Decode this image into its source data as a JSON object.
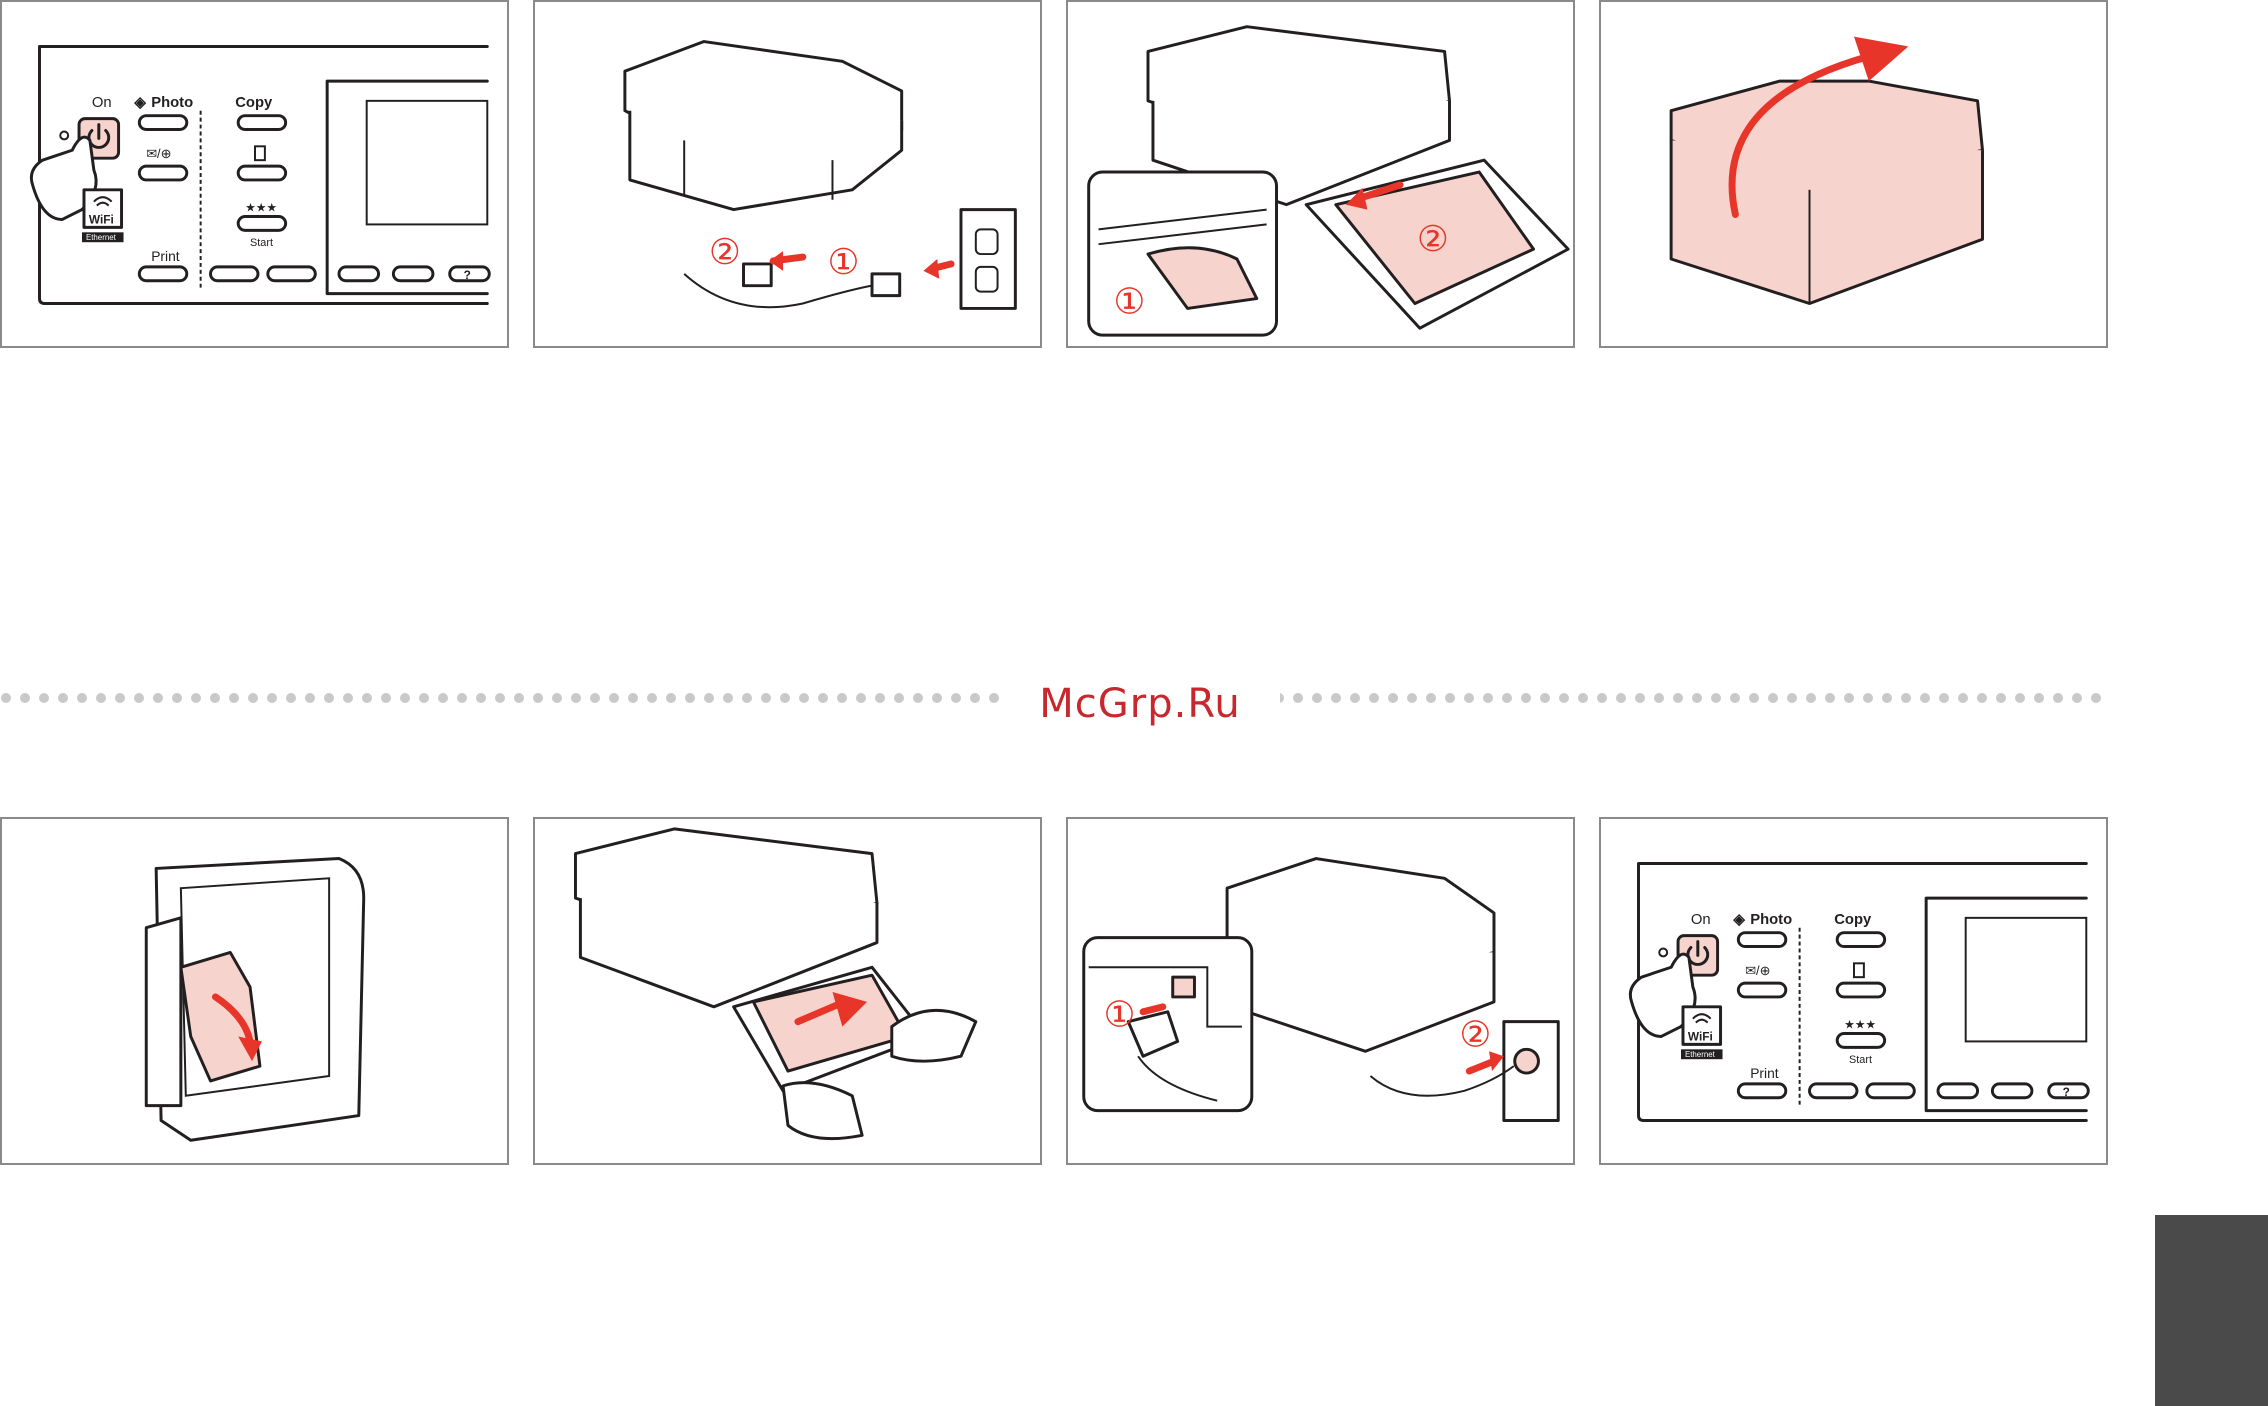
{
  "watermark": "McGrp.Ru",
  "control_panel": {
    "on_label": "On",
    "photo_label": "Photo",
    "copy_label": "Copy",
    "wifi_label": "WiFi",
    "ethernet_label": "Ethernet",
    "print_label": "Print",
    "start_label": "Start",
    "zoom_label": "✉/⊕",
    "quality_label": "★★★",
    "help_label": "?"
  },
  "step_markers": {
    "one": "①",
    "two": "②"
  },
  "colors": {
    "accent_red": "#e8352a",
    "highlight_pink": "#f6d3cc",
    "side_tab": "#4a4a4a",
    "watermark": "#c8282d"
  },
  "icons": [
    "power-icon",
    "wifi-icon",
    "hand-icon",
    "arrow-icon",
    "printer-illustration",
    "outlet-icon"
  ]
}
